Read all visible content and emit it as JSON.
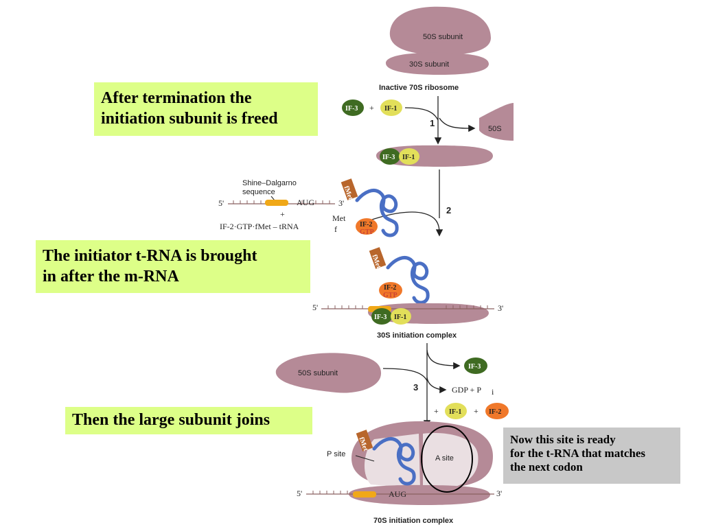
{
  "callouts": {
    "termination": [
      "After termination the",
      "initiation subunit is freed"
    ],
    "initiator": [
      "The initiator t-RNA is brought",
      "in after the m-RNA"
    ],
    "large_subunit": [
      "Then the large subunit joins"
    ]
  },
  "note": [
    "Now this site is ready",
    "for the t-RNA that matches",
    "the next codon"
  ],
  "figure": {
    "subunit_50s": "50S subunit",
    "subunit_30s": "30S subunit",
    "inactive_ribosome": "Inactive 70S ribosome",
    "label_50s": "50S",
    "if3": "IF-3",
    "if1": "IF-1",
    "if2": "IF-2",
    "gtp": "GTP",
    "fmet": "fMet",
    "plus": "+",
    "step1": "1",
    "step2": "2",
    "step3": "3",
    "shine_dalgarno_line1": "Shine–Dalgarno",
    "shine_dalgarno_line2": "sequence",
    "five_prime": "5'",
    "three_prime": "3'",
    "aug": "AUG",
    "if2_complex": "IF-2·GTP·fMet – tRNA",
    "trna_sub": "f",
    "trna_sup": "Met",
    "initiation_30s": "30S initiation complex",
    "subunit_50s_bottom": "50S subunit",
    "gdp_pi": "GDP + P",
    "pi_sub": "i",
    "p_site": "P site",
    "a_site": "A site",
    "initiation_70s": "70S initiation complex"
  },
  "colors": {
    "callout_bg": "#ddff88",
    "note_bg": "#c8c8c8",
    "ribosome": "#b58a97",
    "if3": "#3f6b22",
    "if1": "#e2df5a",
    "if2": "#f0782a",
    "trna": "#4a6fc4",
    "fmet": "#b8662c",
    "sd_sequence": "#f0a818"
  }
}
